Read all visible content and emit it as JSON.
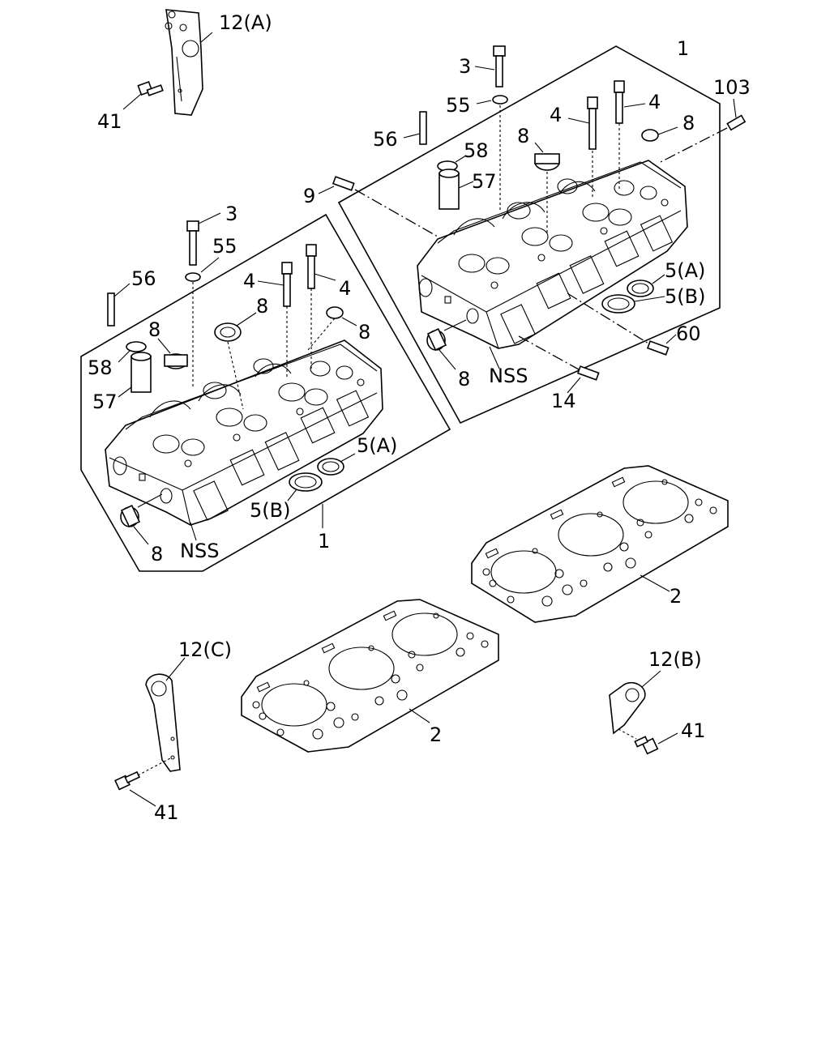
{
  "labels": {
    "l_12a": "12(A)",
    "l_41_top": "41",
    "l_3_right": "3",
    "l_1_right": "1",
    "l_55_right": "55",
    "l_103": "103",
    "l_4_right_a": "4",
    "l_4_right_b": "4",
    "l_8_right_top": "8",
    "l_8_right_mid": "8",
    "l_56_right": "56",
    "l_58_right": "58",
    "l_57_right": "57",
    "l_9": "9",
    "l_5a_right": "5(A)",
    "l_5b_right": "5(B)",
    "l_60": "60",
    "l_8_right_low": "8",
    "l_nss_right": "NSS",
    "l_14": "14",
    "l_3_left": "3",
    "l_55_left": "55",
    "l_56_left": "56",
    "l_4_left_a": "4",
    "l_4_left_b": "4",
    "l_8_left_a": "8",
    "l_8_left_b": "8",
    "l_8_left_c": "8",
    "l_58_left": "58",
    "l_57_left": "57",
    "l_5a_left": "5(A)",
    "l_5b_left": "5(B)",
    "l_1_left": "1",
    "l_8_left_low": "8",
    "l_nss_left": "NSS",
    "l_2_right": "2",
    "l_2_left": "2",
    "l_12c": "12(C)",
    "l_12b": "12(B)",
    "l_41_right": "41",
    "l_41_left": "41"
  }
}
